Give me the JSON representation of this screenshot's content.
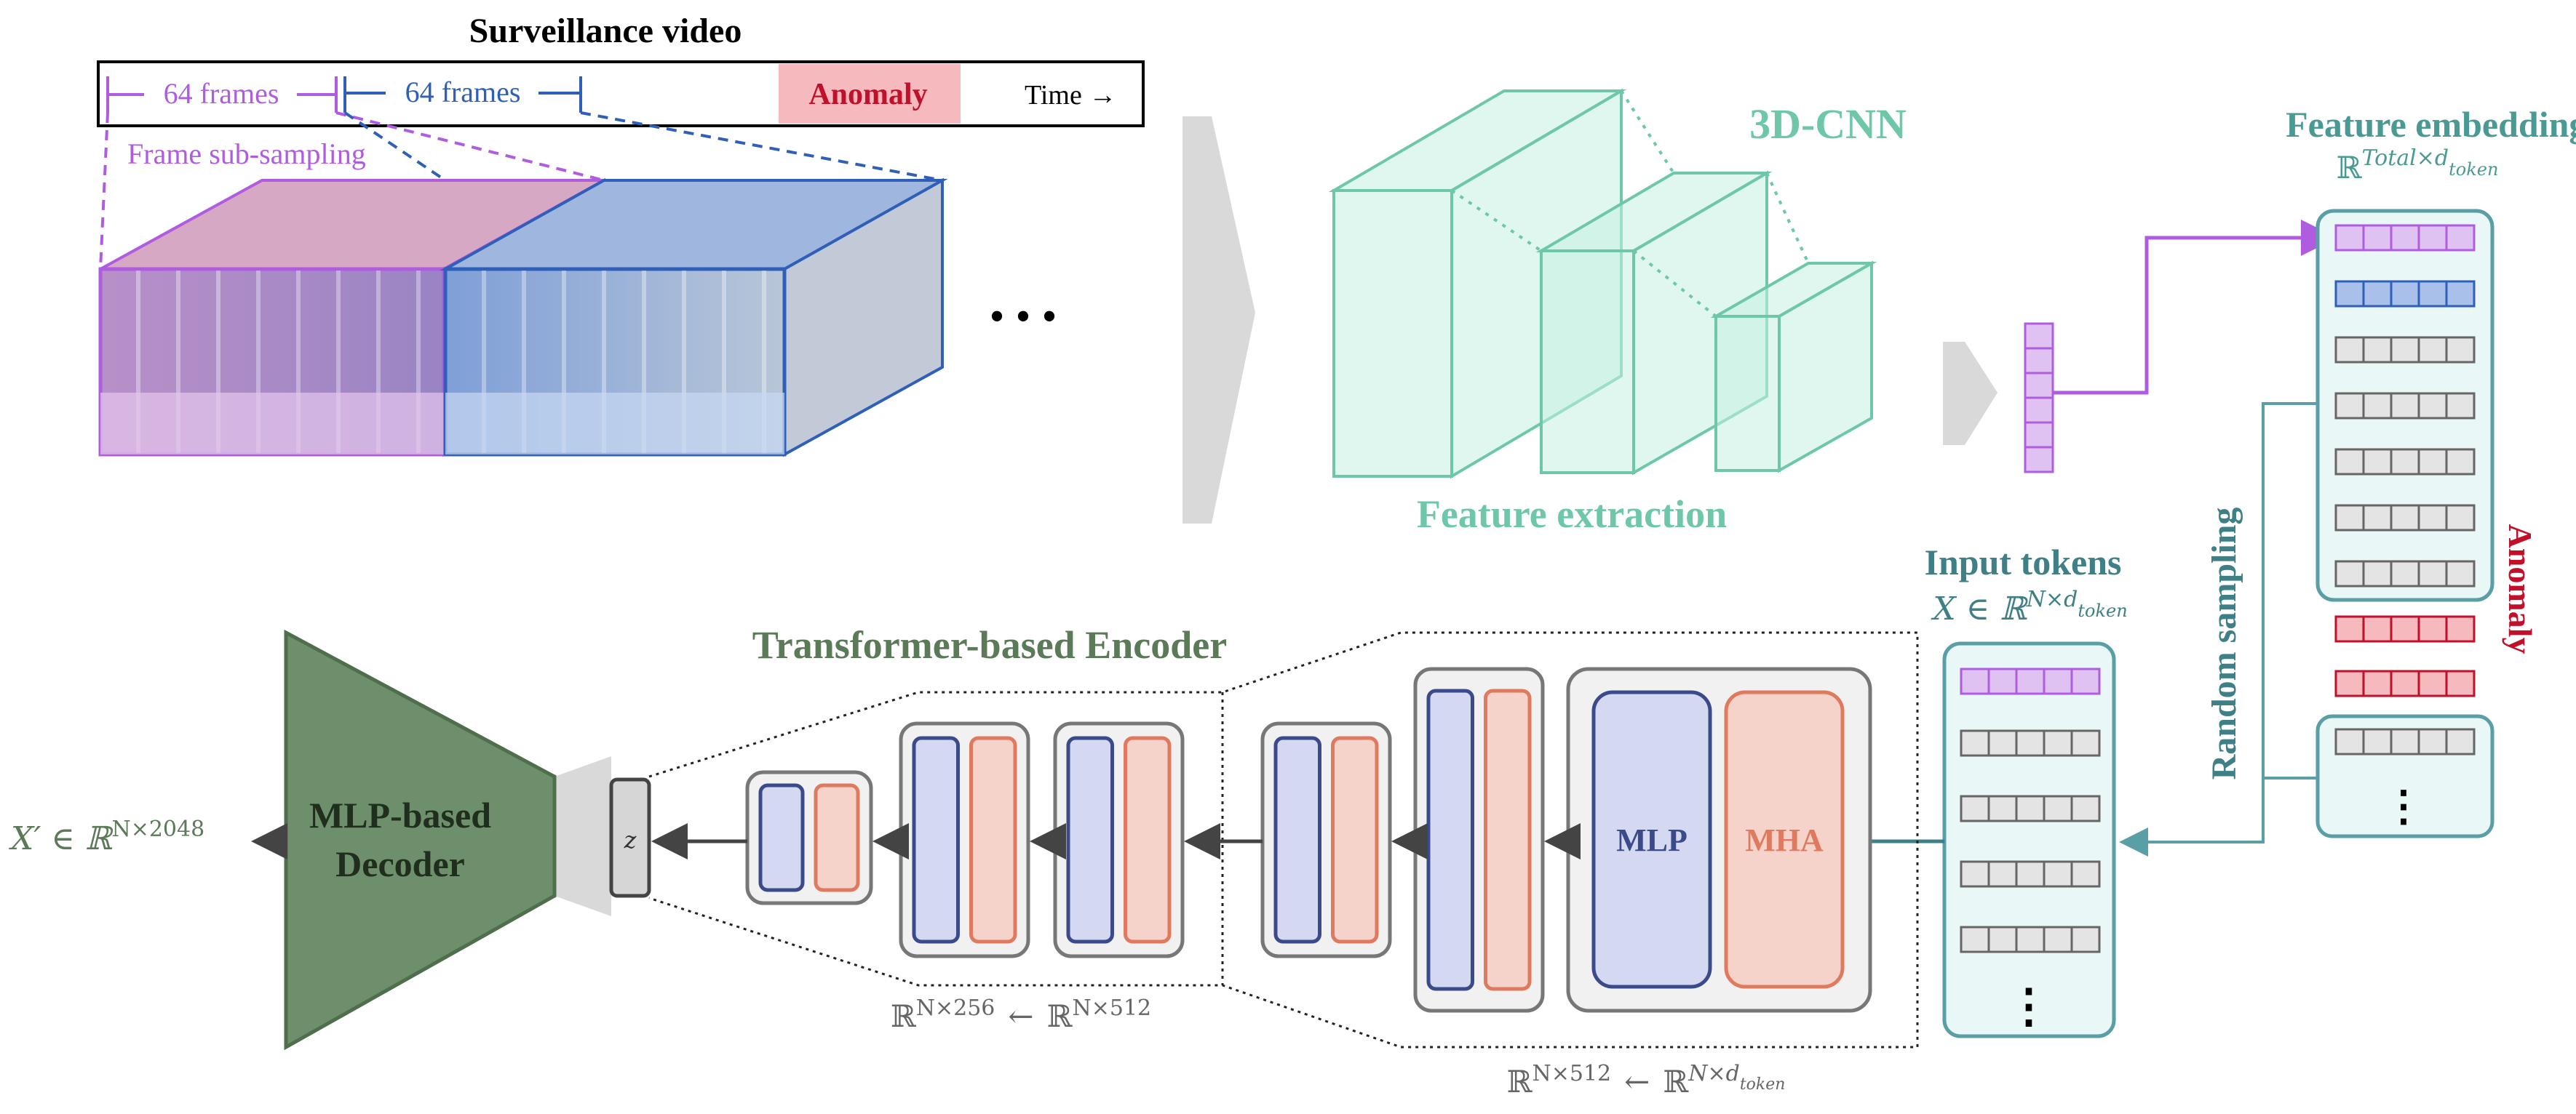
{
  "top": {
    "title": "Surveillance video",
    "segment1": "64 frames",
    "segment2": "64 frames",
    "anomaly": "Anomaly",
    "time": "Time →",
    "subsampling": "Frame sub-sampling",
    "ellipsis": "• • •"
  },
  "cnn": {
    "title": "3D-CNN",
    "caption": "Feature extraction"
  },
  "embeddings": {
    "title": "Feature embeddings",
    "dim_base": "ℝ",
    "dim_sup": "Total×d",
    "dim_sub": "token",
    "anomaly": "Anomaly",
    "random_sampling": "Random sampling",
    "dots": "⋮"
  },
  "tokens": {
    "title": "Input tokens",
    "dim_var": "X ∈ ℝ",
    "dim_sup": "N×d",
    "dim_sub": "token",
    "dots": "⋮"
  },
  "encoder": {
    "title": "Transformer-based Encoder",
    "mlp": "MLP",
    "mha": "MHA",
    "z": "z",
    "dim_small_a": "ℝ",
    "dim_small_a_sup": "N×256",
    "dim_small_arrow": "←",
    "dim_small_b": "ℝ",
    "dim_small_b_sup": "N×512",
    "dim_big_a": "ℝ",
    "dim_big_a_sup": "N×512",
    "dim_big_arrow": "←",
    "dim_big_b": "ℝ",
    "dim_big_b_sup": "N×d",
    "dim_big_b_sub": "token"
  },
  "decoder": {
    "label_line1": "MLP-based",
    "label_line2": "Decoder",
    "output_var": "X′ ∈ ℝ",
    "output_sup": "N×2048"
  },
  "colors": {
    "purple": "#b05ce0",
    "blue": "#2f5fb8",
    "anomaly_red": "#c0102a",
    "anomaly_bg": "#f6b9bd",
    "cnn_green": "#6ec7aa",
    "teal_text": "#4a9a94",
    "token_box": "#5a9ea6",
    "encoder_green": "#5b7a57",
    "decoder_fill": "#6e8f6b",
    "mlp_fill": "#d4d9f1",
    "mlp_stroke": "#3a4a8a",
    "mha_fill": "#f5d3ca",
    "mha_stroke": "#e07a5f",
    "gray_text": "#666666"
  }
}
